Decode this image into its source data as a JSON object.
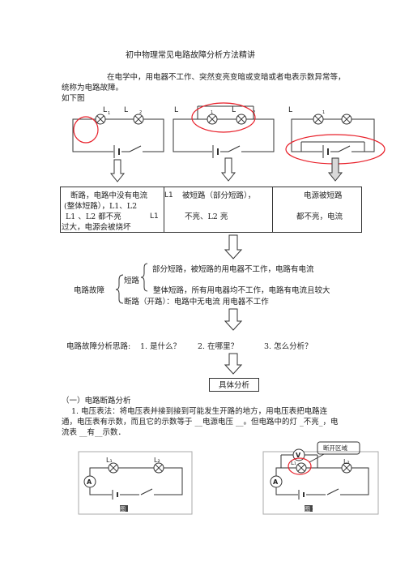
{
  "title": "初中物理常见电路故障分析方法精讲",
  "intro": {
    "line1": "在电学中，用电器不工作、突然变亮变暗或变暗或者电表示数异常等，",
    "line2": "统称为电路故障。",
    "line3": "如下图"
  },
  "circuits": {
    "c1_labels": [
      "L",
      "1",
      "L",
      "2"
    ],
    "c2_labels": [
      "L",
      "1",
      "L",
      "2"
    ],
    "c3_labels": [
      "L",
      "1"
    ]
  },
  "result_boxes": {
    "box1": {
      "line1": "断路，电路中没有电流",
      "line2": "(整体短路），L1、L2",
      "line3": "L1 、L2 都不亮",
      "line4": "过大，电源会被烧坏"
    },
    "box2": {
      "line1a": "L1",
      "line1b": "被短路（部分短路），",
      "line2a": "L1",
      "line2b": "不亮、L2 亮"
    },
    "box3": {
      "line1": "电源被短路",
      "line2": "都不亮，电流"
    }
  },
  "classification": {
    "root": "电路故障",
    "short": "短路",
    "partial_short": "部分短路，被短路的用电器不工作，电路有电流",
    "whole_short": "整体短路，所有用电器均不工作，电路有电流且较大",
    "open": "断路（开路）：电路中无电流      用电器不工作"
  },
  "approach": {
    "label": "电路故障分析思路:",
    "step1": "1.  是什么？",
    "step2": "2.    在哪里？",
    "step3": "3.    怎么分析？"
  },
  "analysis_box": "具体分析",
  "section1": {
    "heading": "（一）电路断路分析",
    "p1": "1. 电压表法：将电压表并接到接到可能发生开路的地方，用电压表把电路连",
    "p2": "通，电压表有示数，而且它的示数等于   __电源电压 __。但电路中的灯 _不亮_，电",
    "p3": "流表 __有__示数．"
  },
  "figures": {
    "fig1": {
      "caption": "图 1",
      "lamp1": "L₁",
      "lamp2": "L₂",
      "ammeter": "A"
    },
    "fig2": {
      "caption": "图 2",
      "note": "断开区域",
      "lamp1": "L₁",
      "lamp2": "L₂",
      "voltmeter": "V",
      "ammeter": "A"
    }
  },
  "colors": {
    "highlight": "#e8202a",
    "line": "#333333"
  }
}
